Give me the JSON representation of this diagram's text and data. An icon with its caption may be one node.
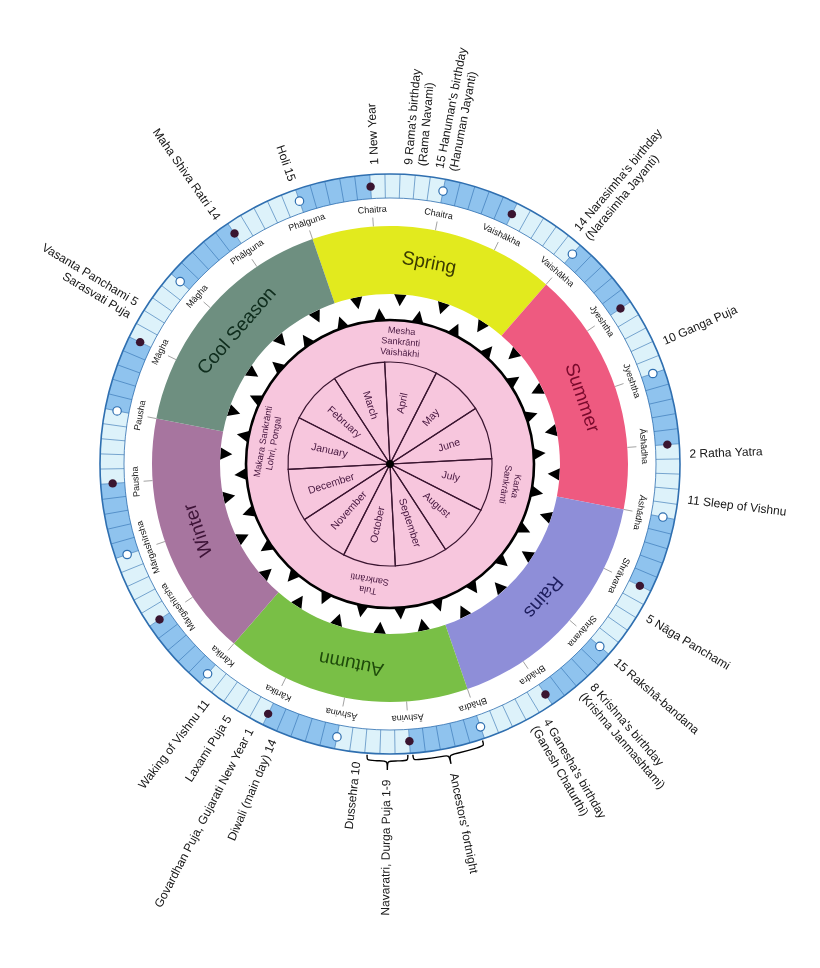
{
  "diagram": {
    "nodes": [
      {
        "text": [
          "Spring"
        ]
      },
      {
        "text": [
          "Summer"
        ]
      },
      {
        "text": [
          "Rains"
        ]
      },
      {
        "text": [
          "Autumn"
        ]
      },
      {
        "text": [
          "Winter"
        ]
      },
      {
        "text": [
          "Cool Season"
        ]
      },
      {
        "text": [
          "Mesha Sankrānti Vaishākhi",
          "Karka Sankrānti",
          "Tula Sankrānti",
          "Makara Sankrānti Lohri, Pongal"
        ]
      },
      {
        "text": [
          "January"
        ],
        "in": 6
      },
      {
        "text": [
          "February"
        ],
        "in": 6
      },
      {
        "text": [
          "March"
        ],
        "in": 6
      },
      {
        "text": [
          "April"
        ],
        "in": 6
      },
      {
        "text": [
          "May"
        ],
        "in": 6
      },
      {
        "text": [
          "June"
        ],
        "in": 6
      },
      {
        "text": [
          "July"
        ],
        "in": 6
      },
      {
        "text": [
          "August"
        ],
        "in": 6
      },
      {
        "text": [
          "September"
        ],
        "in": 6
      },
      {
        "text": [
          "October"
        ],
        "in": 6
      },
      {
        "text": [
          "November"
        ],
        "in": 6
      },
      {
        "text": [
          "December"
        ],
        "in": 6
      }
    ],
    "labels": [
      "1 New Year",
      "9 Rama's birthday (Rama Navami)",
      "15 Hanuman's birthday (Hanuman Jayanti)",
      "14 Narasimha's birthday (Narasimha Jayanti)",
      "10 Ganga Puja",
      "2 Ratha Yatra",
      "11 Sleep of Vishnu",
      "5 Nāga Panchami",
      "15 Rakshā-bandana",
      "8 Krishna's birthday (Krishna Janmashtami)",
      "4 Ganesha's birthday (Ganesh Chaturthi)",
      "Ancestors' fortnight",
      "Navaratri, Durga Puja 1-9",
      "Dussehra 10",
      "Diwali (main day) 14",
      "Govardhan Puja, Gujarati New Year 1",
      "Laxami Puja 5",
      "Waking of Vishnu 11",
      "Vasanta Panchami 5 Sarasvati Puja",
      "Maha Shiva Ratri 14",
      "Holi 15",
      "Chaitra",
      "Chaitra",
      "Vaishākha",
      "Vaishākha",
      "Jyeshtha",
      "Jyeshtha",
      "Āshādha",
      "Āshādha",
      "Shrāvana",
      "Shrāvana",
      "Bhādra",
      "Bhādra",
      "Āshvina",
      "Āshvina",
      "Kārtika",
      "Kārtika",
      "Mārgashīrsha",
      "Mārgashīrsha",
      "Pausha",
      "Pausha",
      "Māgha",
      "Māgha",
      "Phālguna",
      "Phālguna"
    ]
  }
}
